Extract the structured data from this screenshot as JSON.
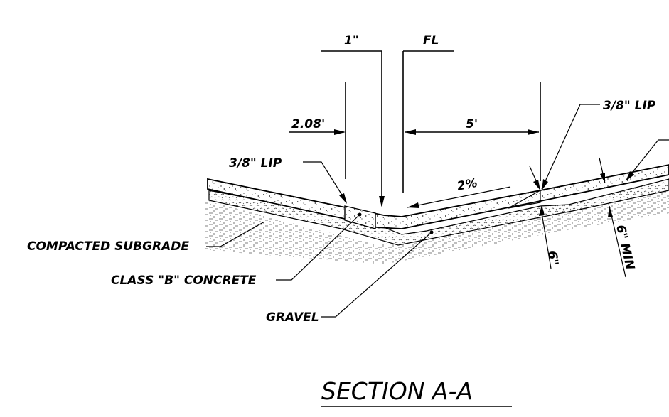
{
  "drawing": {
    "title": "SECTION A-A",
    "dims": {
      "one_inch": "1\"",
      "flow_line": "FL",
      "width_left": "2.08'",
      "width_right": "5'",
      "slope": "2%",
      "thickness": "6\"",
      "base_min": "6\" MIN"
    },
    "callouts": {
      "lip_left": "3/8\" LIP",
      "lip_right": "3/8\" LIP",
      "subgrade": "COMPACTED SUBGRADE",
      "concrete": "CLASS \"B\" CONCRETE",
      "gravel": "GRAVEL"
    }
  }
}
